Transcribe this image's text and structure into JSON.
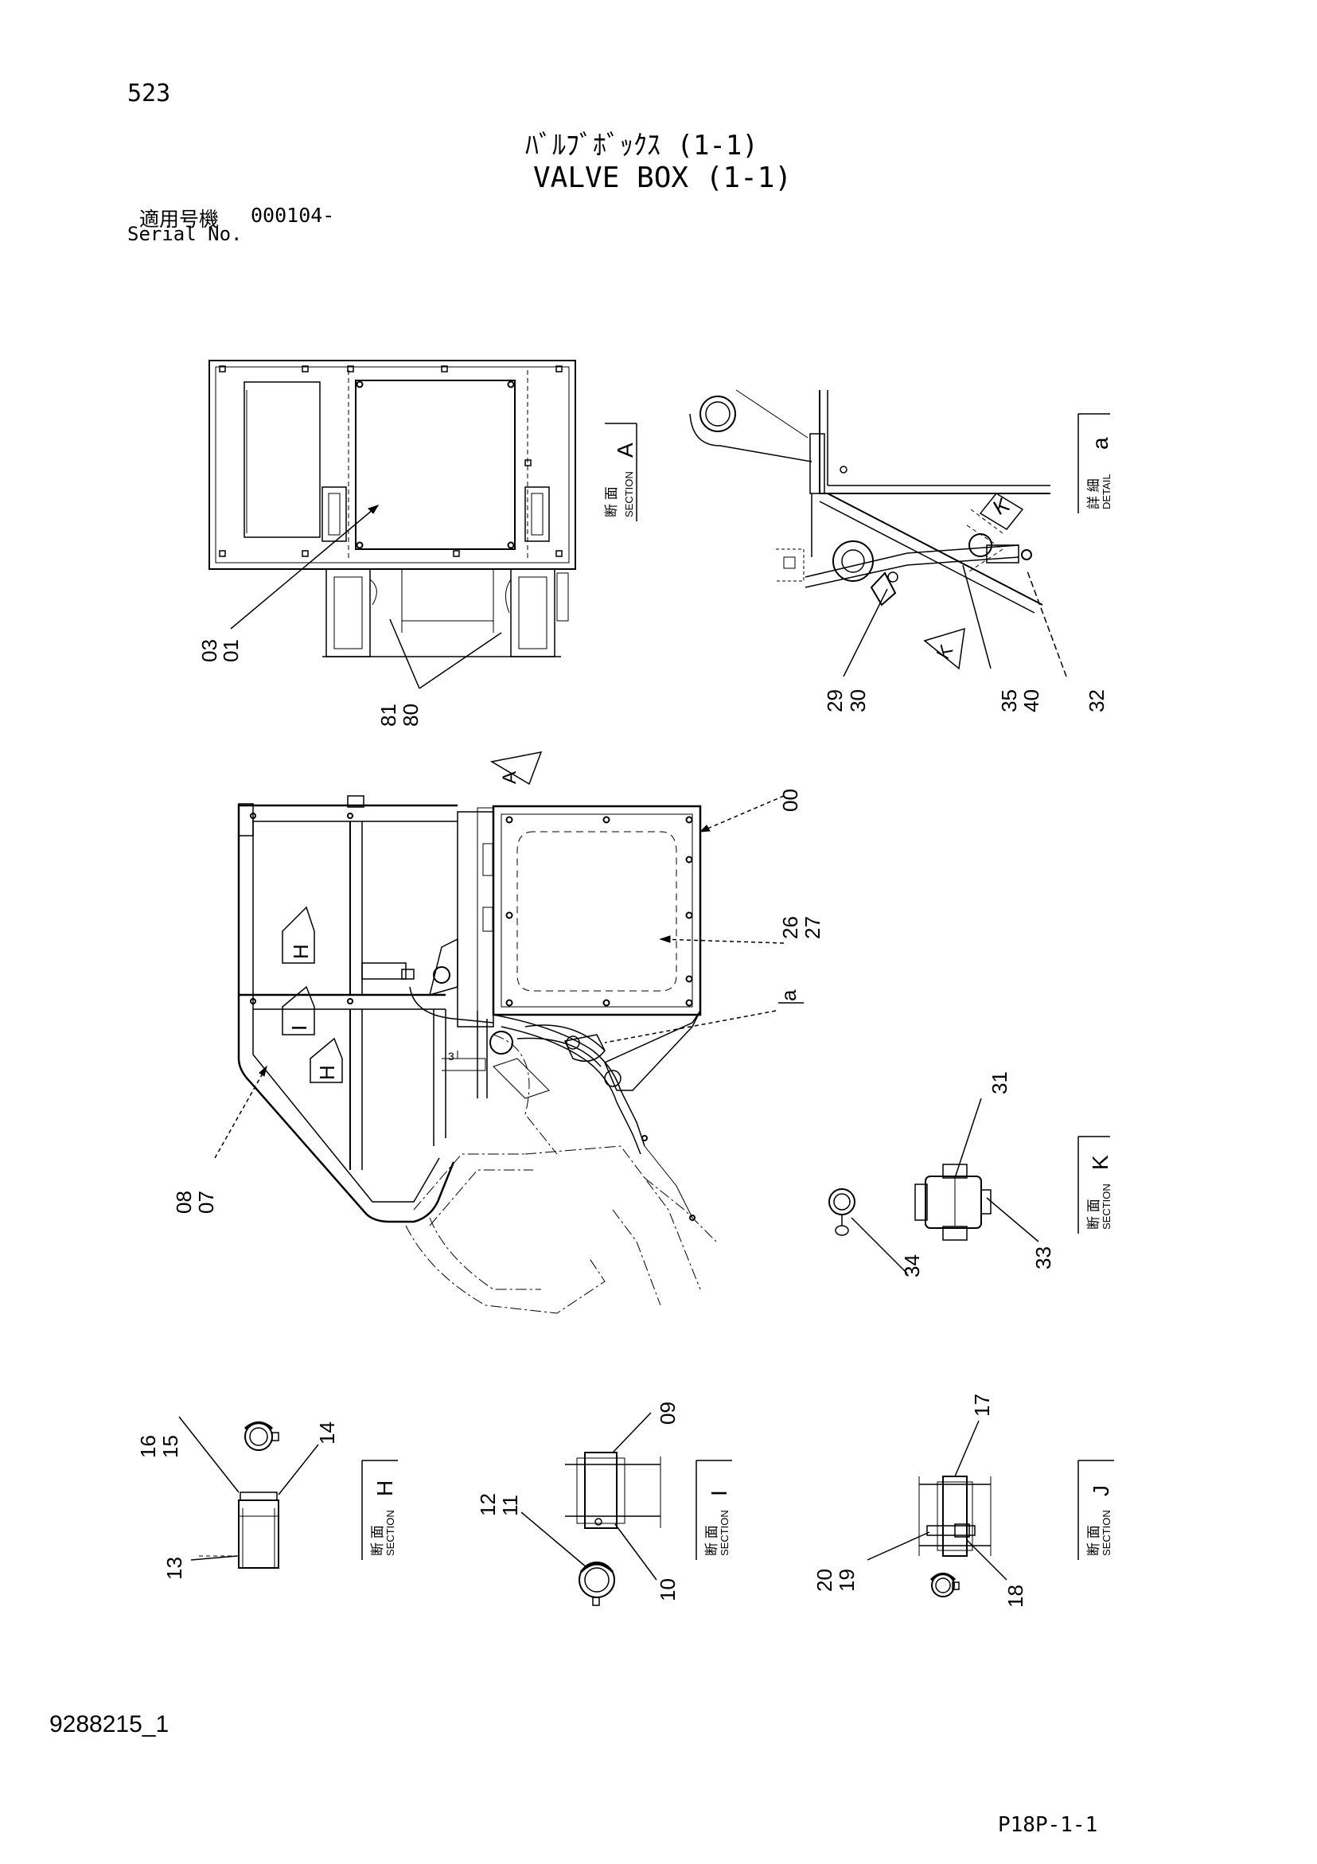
{
  "header": {
    "page_number": "523",
    "title_jp": "ﾊﾞﾙﾌﾞﾎﾞｯｸｽ (1-1)",
    "title_en": "VALVE BOX (1-1)",
    "serial_label_jp": "適用号機",
    "serial_value": "000104-",
    "serial_label_en": "Serial No."
  },
  "footer": {
    "doc_number": "9288215_1",
    "page_code": "P18P-1-1"
  },
  "section_boxes": {
    "a": {
      "jp": "詳 細",
      "en": "DETAIL",
      "letter": "a"
    },
    "A": {
      "jp": "断 面",
      "en": "SECTION",
      "letter": "A"
    },
    "K": {
      "jp": "断 面",
      "en": "SECTION",
      "letter": "K"
    },
    "H": {
      "jp": "断 面",
      "en": "SECTION",
      "letter": "H"
    },
    "I": {
      "jp": "断 面",
      "en": "SECTION",
      "letter": "I"
    },
    "J": {
      "jp": "断 面",
      "en": "SECTION",
      "letter": "J"
    }
  },
  "view_markers": {
    "A": "A",
    "H": "H",
    "I": "I",
    "K": "K",
    "a": "a"
  },
  "callouts": {
    "c00": "00",
    "c01": "01",
    "c03": "03",
    "c07": "07",
    "c08": "08",
    "c09": "09",
    "c10": "10",
    "c11": "11",
    "c12": "12",
    "c13": "13",
    "c14": "14",
    "c15": "15",
    "c16": "16",
    "c17": "17",
    "c18": "18",
    "c19": "19",
    "c20": "20",
    "c26": "26",
    "c27": "27",
    "c29": "29",
    "c30": "30",
    "c31": "31",
    "c32": "32",
    "c33": "33",
    "c34": "34",
    "c35": "35",
    "c40": "40",
    "c80": "80",
    "c81": "81",
    "dash": "-"
  }
}
